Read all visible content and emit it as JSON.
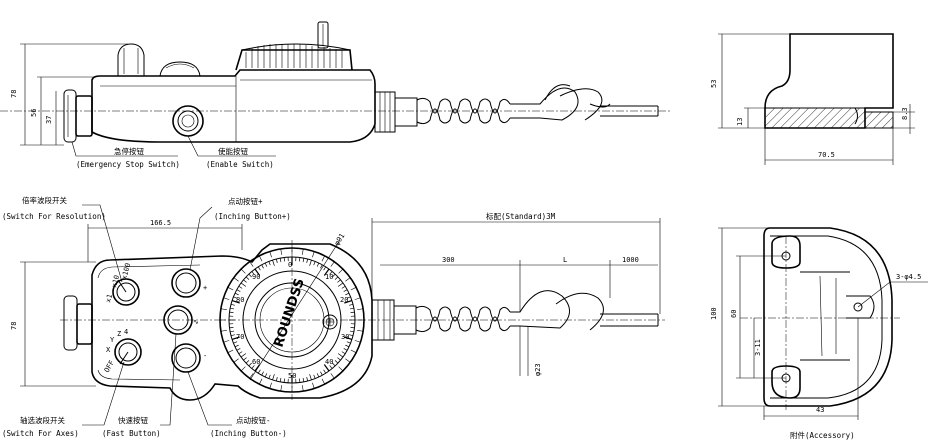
{
  "side_view": {
    "dims": {
      "total_height": "78",
      "body_height": "56",
      "lower_height": "37"
    },
    "labels": {
      "estop_cn": "急停按钮",
      "estop_en": "(Emergency Stop Switch)",
      "enable_cn": "使能按钮",
      "enable_en": "(Enable Switch)"
    }
  },
  "top_view": {
    "labels": {
      "resolution_cn": "倍率波段开关",
      "resolution_en": "(Switch For Resolution)",
      "inch_plus_cn": "点动按钮+",
      "inch_plus_en": "(Inching Button+)",
      "axes_cn": "轴选波段开关",
      "axes_en": "(Switch For Axes)",
      "fast_cn": "快速按钮",
      "fast_en": "(Fast Button)",
      "inch_minus_cn": "点动按钮-",
      "inch_minus_en": "(Inching Button-)",
      "cable_cn_en": "标配(Standard)3M",
      "brand": "ROUNDSS"
    },
    "dims": {
      "length": "166.5",
      "width": "78",
      "diameter": "φ91",
      "cable_a": "300",
      "cable_l": "L",
      "cable_c": "1000",
      "cable_dia": "φ23"
    },
    "dial_numbers": [
      "0",
      "10",
      "20",
      "30",
      "40",
      "50",
      "60",
      "70",
      "80",
      "90"
    ],
    "res_selector": [
      "x1",
      "x10",
      "x100"
    ],
    "axis_selector": [
      "OFF",
      "X",
      "Y",
      "Z",
      "4"
    ],
    "sign_plus": "+",
    "sign_minus": "-",
    "sign_fast": "∿"
  },
  "bracket_side": {
    "dims": {
      "height": "53",
      "base": "13",
      "lip": "8.3",
      "length": "70.5"
    }
  },
  "bracket_front": {
    "dims": {
      "height": "100",
      "inner": "60",
      "slot": "3-11",
      "width": "43",
      "holes": "3-φ4.5"
    },
    "caption": "附件(Accessory)"
  }
}
